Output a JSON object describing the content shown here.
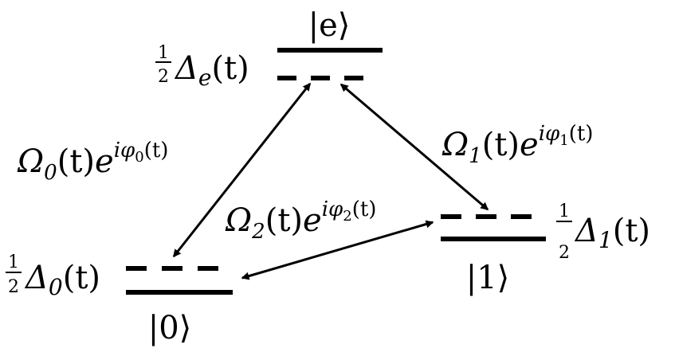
{
  "colors": {
    "line": "#000000",
    "background": "#ffffff"
  },
  "levels": {
    "excited": {
      "ket": "|e⟩",
      "detuning": {
        "num": "1",
        "den": "2",
        "symbol": "Δ",
        "sub": "e",
        "arg": "(t)"
      }
    },
    "ground0": {
      "ket": "|0⟩",
      "detuning": {
        "num": "1",
        "den": "2",
        "symbol": "Δ",
        "sub": "0",
        "arg": "(t)"
      }
    },
    "ground1": {
      "ket": "|1⟩",
      "detuning": {
        "num": "1",
        "den": "2",
        "symbol": "Δ",
        "sub": "1",
        "arg": "(t)"
      }
    }
  },
  "couplings": {
    "c0": {
      "omega": "Ω",
      "omega_sub": "0",
      "arg": "(t)",
      "base": "e",
      "exp_i": "i",
      "exp_phi": "φ",
      "exp_sub": "0",
      "exp_arg": "(t)"
    },
    "c1": {
      "omega": "Ω",
      "omega_sub": "1",
      "arg": "(t)",
      "base": "e",
      "exp_i": "i",
      "exp_phi": "φ",
      "exp_sub": "1",
      "exp_arg": "(t)"
    },
    "c2": {
      "omega": "Ω",
      "omega_sub": "2",
      "arg": "(t)",
      "base": "e",
      "exp_i": "i",
      "exp_phi": "φ",
      "exp_sub": "2",
      "exp_arg": "(t)"
    }
  }
}
